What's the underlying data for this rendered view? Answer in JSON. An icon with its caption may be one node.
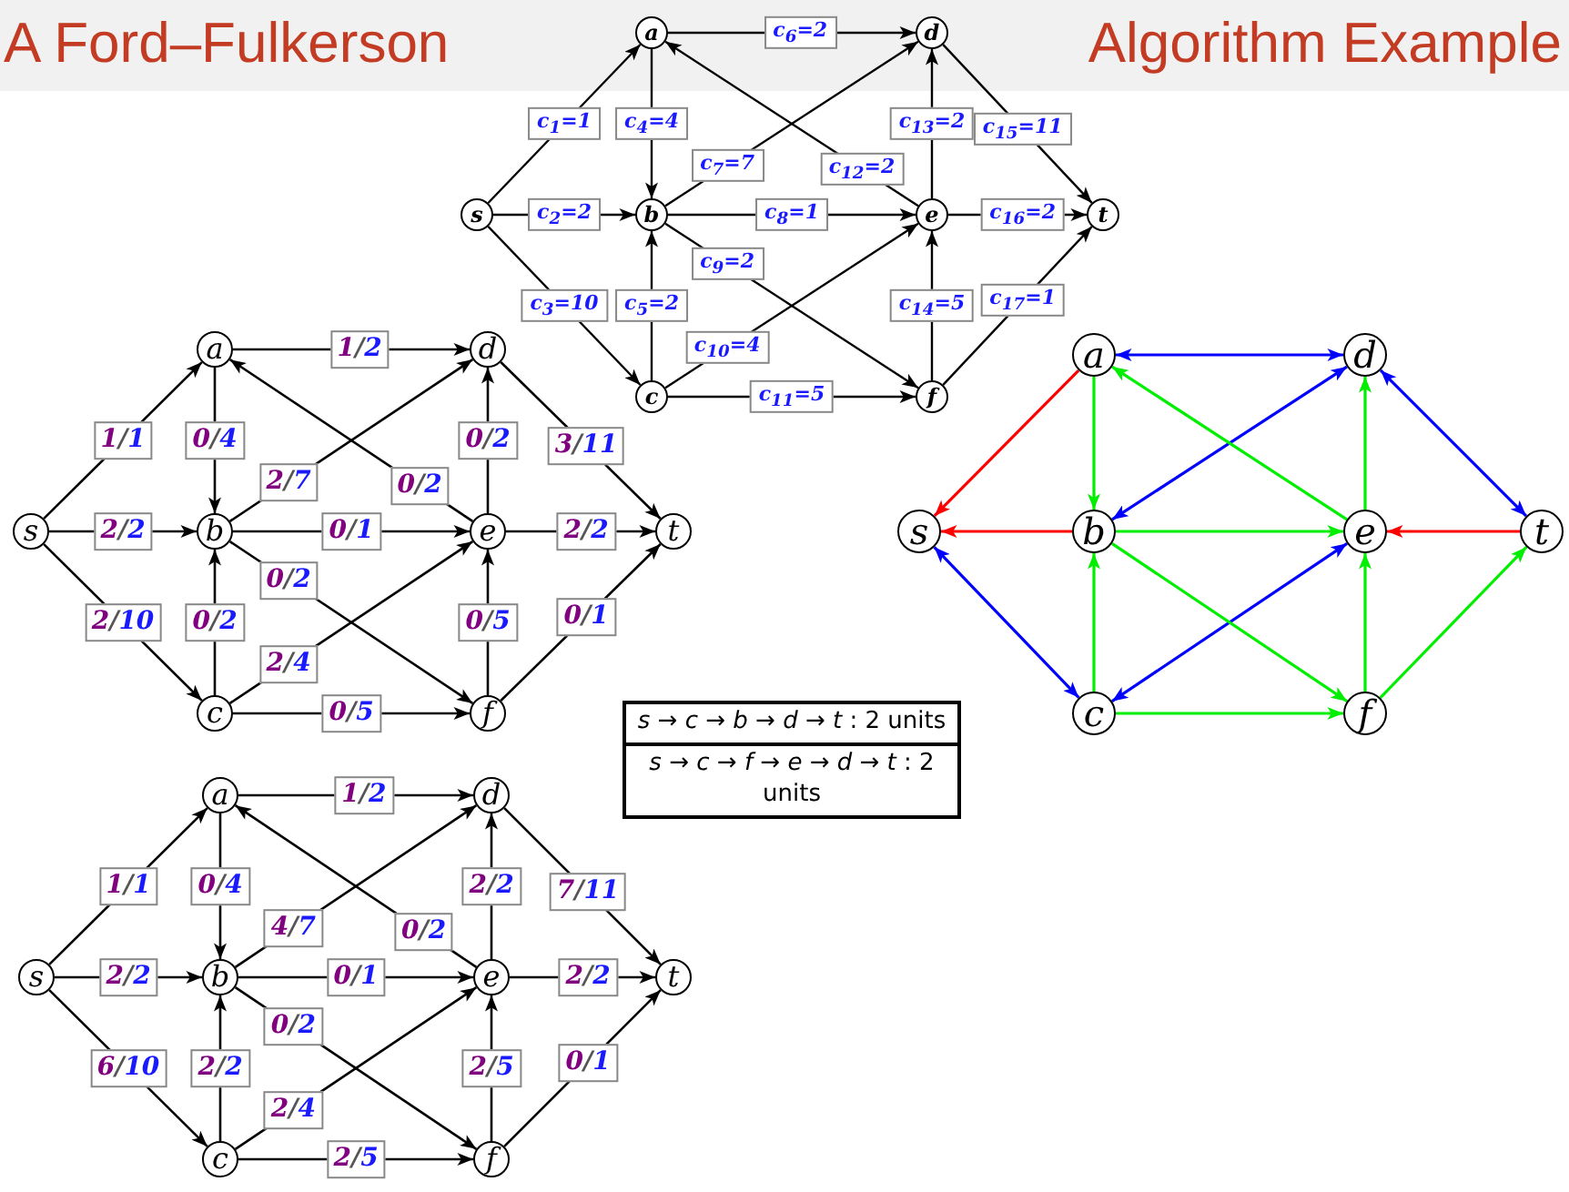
{
  "diagram": {
    "title": "A Ford–Fulkerson Algorithm Example",
    "nodes": [
      {
        "text": [
          "a"
        ]
      },
      {
        "text": [
          "d"
        ]
      },
      {
        "text": [
          "s"
        ]
      },
      {
        "text": [
          "b"
        ]
      },
      {
        "text": [
          "e"
        ]
      },
      {
        "text": [
          "t"
        ]
      },
      {
        "text": [
          "c"
        ]
      },
      {
        "text": [
          "f"
        ]
      },
      {
        "text": [
          "a"
        ]
      },
      {
        "text": [
          "d"
        ]
      },
      {
        "text": [
          "s"
        ]
      },
      {
        "text": [
          "b"
        ]
      },
      {
        "text": [
          "e"
        ]
      },
      {
        "text": [
          "t"
        ]
      },
      {
        "text": [
          "c"
        ]
      },
      {
        "text": [
          "f"
        ]
      },
      {
        "text": [
          "a"
        ]
      },
      {
        "text": [
          "d"
        ]
      },
      {
        "text": [
          "s"
        ]
      },
      {
        "text": [
          "b"
        ]
      },
      {
        "text": [
          "e"
        ]
      },
      {
        "text": [
          "t"
        ]
      },
      {
        "text": [
          "c"
        ]
      },
      {
        "text": [
          "f"
        ]
      },
      {
        "text": [
          "*s* → *c* → *b* → *d* → *t* : 2 units",
          "*s* → *c* → *f* → *e* → *d* → *t* : 2 units"
        ]
      },
      {
        "text": [
          "a"
        ]
      },
      {
        "text": [
          "d"
        ]
      },
      {
        "text": [
          "s"
        ]
      },
      {
        "text": [
          "b"
        ]
      },
      {
        "text": [
          "e"
        ]
      },
      {
        "text": [
          "t"
        ]
      },
      {
        "text": [
          "c"
        ]
      },
      {
        "text": [
          "f"
        ]
      }
    ],
    "edges": [
      {
        "from": 2,
        "to": 0,
        "arrow": "to",
        "label": "c$_{1}$=1"
      },
      {
        "from": 2,
        "to": 3,
        "arrow": "to",
        "label": "c$_{2}$=2"
      },
      {
        "from": 2,
        "to": 6,
        "arrow": "to",
        "label": "c$_{3}$=10"
      },
      {
        "from": 0,
        "to": 3,
        "arrow": "to",
        "label": "c$_{4}$=4"
      },
      {
        "from": 6,
        "to": 3,
        "arrow": "to",
        "label": "c$_{5}$=2"
      },
      {
        "from": 0,
        "to": 1,
        "arrow": "to",
        "label": "c$_{6}$=2"
      },
      {
        "from": 3,
        "to": 1,
        "arrow": "to",
        "label": "c$_{7}$=7"
      },
      {
        "from": 3,
        "to": 4,
        "arrow": "to",
        "label": "c$_{8}$=1"
      },
      {
        "from": 3,
        "to": 7,
        "arrow": "to",
        "label": "c$_{9}$=2"
      },
      {
        "from": 6,
        "to": 4,
        "arrow": "to",
        "label": "c$_{10}$=4"
      },
      {
        "from": 6,
        "to": 7,
        "arrow": "to",
        "label": "c$_{11}$=5"
      },
      {
        "from": 4,
        "to": 0,
        "arrow": "to",
        "label": "c$_{12}$=2"
      },
      {
        "from": 4,
        "to": 1,
        "arrow": "to",
        "label": "c$_{13}$=2"
      },
      {
        "from": 7,
        "to": 4,
        "arrow": "to",
        "label": "c$_{14}$=5"
      },
      {
        "from": 1,
        "to": 5,
        "arrow": "to",
        "label": "c$_{15}$=11"
      },
      {
        "from": 4,
        "to": 5,
        "arrow": "to",
        "label": "c$_{16}$=2"
      },
      {
        "from": 7,
        "to": 5,
        "arrow": "to",
        "label": "c$_{17}$=1"
      },
      {
        "from": 10,
        "to": 8,
        "arrow": "to",
        "label": "1/1"
      },
      {
        "from": 10,
        "to": 11,
        "arrow": "to",
        "label": "2/2"
      },
      {
        "from": 10,
        "to": 14,
        "arrow": "to",
        "label": "2/10"
      },
      {
        "from": 8,
        "to": 11,
        "arrow": "to",
        "label": "0/4"
      },
      {
        "from": 14,
        "to": 11,
        "arrow": "to",
        "label": "0/2"
      },
      {
        "from": 8,
        "to": 9,
        "arrow": "to",
        "label": "1/2"
      },
      {
        "from": 11,
        "to": 9,
        "arrow": "to",
        "label": "2/7"
      },
      {
        "from": 11,
        "to": 12,
        "arrow": "to",
        "label": "0/1"
      },
      {
        "from": 11,
        "to": 15,
        "arrow": "to",
        "label": "0/2"
      },
      {
        "from": 14,
        "to": 12,
        "arrow": "to",
        "label": "2/4"
      },
      {
        "from": 14,
        "to": 15,
        "arrow": "to",
        "label": "0/5"
      },
      {
        "from": 12,
        "to": 8,
        "arrow": "to",
        "label": "0/2"
      },
      {
        "from": 12,
        "to": 9,
        "arrow": "to",
        "label": "0/2"
      },
      {
        "from": 15,
        "to": 12,
        "arrow": "to",
        "label": "0/5"
      },
      {
        "from": 9,
        "to": 13,
        "arrow": "to",
        "label": "3/11"
      },
      {
        "from": 12,
        "to": 13,
        "arrow": "to",
        "label": "2/2"
      },
      {
        "from": 15,
        "to": 13,
        "arrow": "to",
        "label": "0/1"
      },
      {
        "from": 27,
        "to": 25,
        "arrow": "to",
        "label": "1/1"
      },
      {
        "from": 27,
        "to": 28,
        "arrow": "to",
        "label": "2/2"
      },
      {
        "from": 27,
        "to": 31,
        "arrow": "to",
        "label": "6/10"
      },
      {
        "from": 25,
        "to": 28,
        "arrow": "to",
        "label": "0/4"
      },
      {
        "from": 31,
        "to": 28,
        "arrow": "to",
        "label": "2/2"
      },
      {
        "from": 25,
        "to": 26,
        "arrow": "to",
        "label": "1/2"
      },
      {
        "from": 28,
        "to": 26,
        "arrow": "to",
        "label": "4/7"
      },
      {
        "from": 28,
        "to": 29,
        "arrow": "to",
        "label": "0/1"
      },
      {
        "from": 28,
        "to": 32,
        "arrow": "to",
        "label": "0/2"
      },
      {
        "from": 31,
        "to": 29,
        "arrow": "to",
        "label": "2/4"
      },
      {
        "from": 31,
        "to": 32,
        "arrow": "to",
        "label": "2/5"
      },
      {
        "from": 29,
        "to": 25,
        "arrow": "to",
        "label": "0/2"
      },
      {
        "from": 29,
        "to": 26,
        "arrow": "to",
        "label": "2/2"
      },
      {
        "from": 32,
        "to": 29,
        "arrow": "to",
        "label": "2/5"
      },
      {
        "from": 26,
        "to": 30,
        "arrow": "to",
        "label": "7/11"
      },
      {
        "from": 29,
        "to": 30,
        "arrow": "to",
        "label": "2/2"
      },
      {
        "from": 32,
        "to": 30,
        "arrow": "to",
        "label": "0/1"
      },
      {
        "from": 16,
        "to": 17,
        "arrow": "both",
        "color": "#0000ff"
      },
      {
        "from": 16,
        "to": 18,
        "arrow": "to",
        "color": "#ff0000"
      },
      {
        "from": 16,
        "to": 19,
        "arrow": "to",
        "color": "#00ee00"
      },
      {
        "from": 17,
        "to": 19,
        "arrow": "both",
        "color": "#0000ff"
      },
      {
        "from": 20,
        "to": 16,
        "arrow": "to",
        "color": "#00ee00"
      },
      {
        "from": 20,
        "to": 17,
        "arrow": "to",
        "color": "#00ee00"
      },
      {
        "from": 17,
        "to": 21,
        "arrow": "both",
        "color": "#0000ff"
      },
      {
        "from": 19,
        "to": 18,
        "arrow": "to",
        "color": "#ff0000"
      },
      {
        "from": 19,
        "to": 20,
        "arrow": "to",
        "color": "#00ee00"
      },
      {
        "from": 21,
        "to": 20,
        "arrow": "to",
        "color": "#ff0000"
      },
      {
        "from": 18,
        "to": 22,
        "arrow": "both",
        "color": "#0000ff"
      },
      {
        "from": 22,
        "to": 19,
        "arrow": "to",
        "color": "#00ee00"
      },
      {
        "from": 22,
        "to": 20,
        "arrow": "both",
        "color": "#0000ff"
      },
      {
        "from": 19,
        "to": 23,
        "arrow": "to",
        "color": "#00ee00"
      },
      {
        "from": 23,
        "to": 20,
        "arrow": "to",
        "color": "#00ee00"
      },
      {
        "from": 22,
        "to": 23,
        "arrow": "to",
        "color": "#00ee00"
      },
      {
        "from": 23,
        "to": 21,
        "arrow": "to",
        "color": "#00ee00"
      }
    ]
  }
}
